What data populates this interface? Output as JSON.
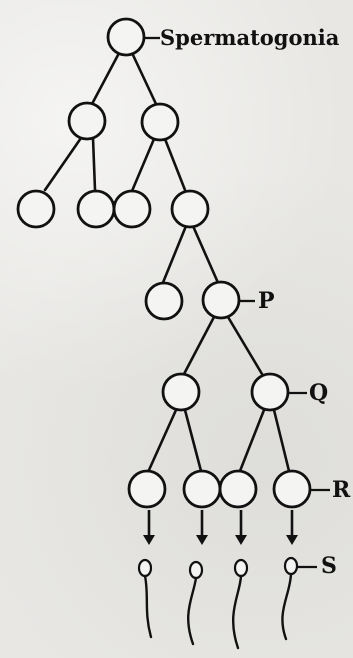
{
  "labels": {
    "spermatogonia": "Spermatogonia",
    "p": "P",
    "q": "Q",
    "r": "R",
    "s": "S"
  }
}
